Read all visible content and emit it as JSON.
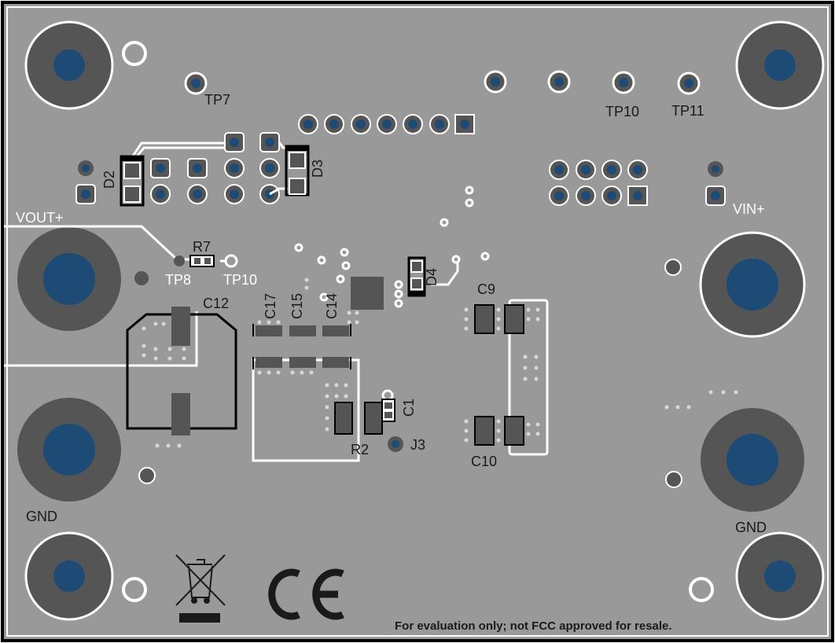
{
  "colors": {
    "board": "#999999",
    "outline": "#000000",
    "silk": "#ffffff",
    "copper_dark": "#555555",
    "drill": "#1e4a76",
    "pad_ring": "#ffffff",
    "text_dark": "#1a1a1a"
  },
  "labels": {
    "tp7": "TP7",
    "tp10_top": "TP10",
    "tp11": "TP11",
    "d2": "D2",
    "d3": "D3",
    "vout": "VOUT+",
    "vin": "VIN+",
    "r7": "R7",
    "tp8": "TP8",
    "tp10_mid": "TP10",
    "c12": "C12",
    "c17": "C17",
    "c15": "C15",
    "c14": "C14",
    "d4": "D4",
    "c9": "C9",
    "c1": "C1",
    "r2": "R2",
    "j3": "J3",
    "c10": "C10",
    "gnd_left": "GND",
    "gnd_right": "GND",
    "ce_mark": "CE",
    "disclaimer": "For evaluation only; not FCC approved for resale."
  },
  "icons": {
    "weee": "crossed-out-wheelie-bin-icon",
    "ce": "ce-mark-icon"
  }
}
